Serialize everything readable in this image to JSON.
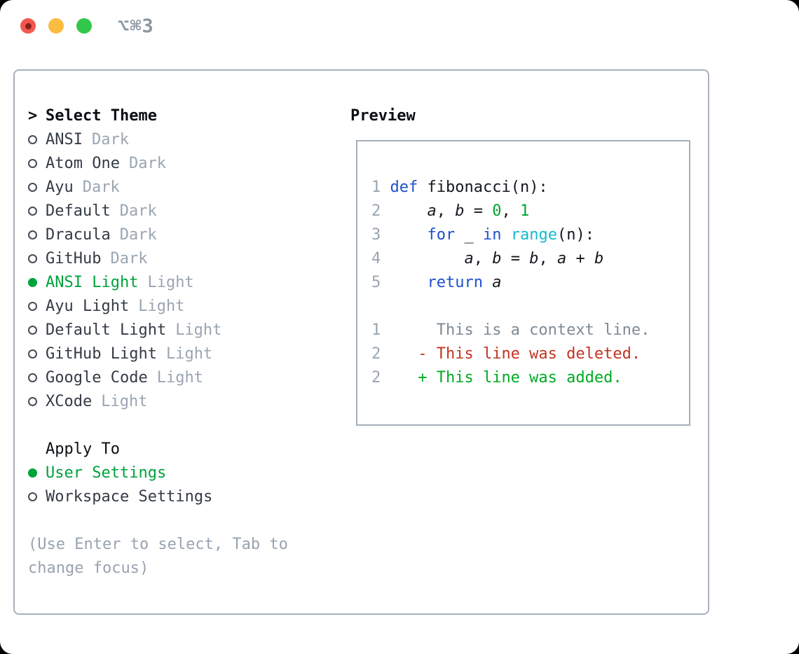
{
  "window": {
    "title": "⌥⌘3"
  },
  "titlebar": {
    "buttons": [
      {
        "name": "close",
        "color": "#f4574b",
        "dot_color": "#86201a"
      },
      {
        "name": "minimize",
        "color": "#fbbd3f"
      },
      {
        "name": "maximize",
        "color": "#33c74c"
      }
    ]
  },
  "theme_panel": {
    "header_prefix": ">",
    "header": "Select Theme",
    "themes": [
      {
        "name": "ANSI",
        "variant": "Dark",
        "selected": false
      },
      {
        "name": "Atom One",
        "variant": "Dark",
        "selected": false
      },
      {
        "name": "Ayu",
        "variant": "Dark",
        "selected": false
      },
      {
        "name": "Default",
        "variant": "Dark",
        "selected": false
      },
      {
        "name": "Dracula",
        "variant": "Dark",
        "selected": false
      },
      {
        "name": "GitHub",
        "variant": "Dark",
        "selected": false
      },
      {
        "name": "ANSI Light",
        "variant": "Light",
        "selected": true
      },
      {
        "name": "Ayu Light",
        "variant": "Light",
        "selected": false
      },
      {
        "name": "Default Light",
        "variant": "Light",
        "selected": false
      },
      {
        "name": "GitHub Light",
        "variant": "Light",
        "selected": false
      },
      {
        "name": "Google Code",
        "variant": "Light",
        "selected": false
      },
      {
        "name": "XCode",
        "variant": "Light",
        "selected": false
      }
    ],
    "apply_to_header": "Apply To",
    "apply_options": [
      {
        "label": "User Settings",
        "selected": true
      },
      {
        "label": "Workspace Settings",
        "selected": false
      }
    ],
    "help_lines": [
      "(Use Enter to select, Tab to",
      "change focus)"
    ]
  },
  "preview": {
    "header": "Preview",
    "lines": [
      {
        "tokens": [
          {
            "t": "1",
            "c": "gutter"
          },
          {
            "t": " ",
            "c": "plain"
          },
          {
            "t": "def",
            "c": "kw"
          },
          {
            "t": " fibonacci(n):",
            "c": "plain"
          }
        ]
      },
      {
        "tokens": [
          {
            "t": "2",
            "c": "gutter"
          },
          {
            "t": "     ",
            "c": "plain"
          },
          {
            "t": "a",
            "c": "var"
          },
          {
            "t": ", ",
            "c": "plain"
          },
          {
            "t": "b",
            "c": "var"
          },
          {
            "t": " = ",
            "c": "plain"
          },
          {
            "t": "0",
            "c": "num"
          },
          {
            "t": ", ",
            "c": "plain"
          },
          {
            "t": "1",
            "c": "num"
          }
        ]
      },
      {
        "tokens": [
          {
            "t": "3",
            "c": "gutter"
          },
          {
            "t": "     ",
            "c": "plain"
          },
          {
            "t": "for",
            "c": "kw"
          },
          {
            "t": " _ ",
            "c": "plain"
          },
          {
            "t": "in",
            "c": "kw"
          },
          {
            "t": " ",
            "c": "plain"
          },
          {
            "t": "range",
            "c": "builtin"
          },
          {
            "t": "(n):",
            "c": "plain"
          }
        ]
      },
      {
        "tokens": [
          {
            "t": "4",
            "c": "gutter"
          },
          {
            "t": "         ",
            "c": "plain"
          },
          {
            "t": "a",
            "c": "var"
          },
          {
            "t": ", ",
            "c": "plain"
          },
          {
            "t": "b",
            "c": "var"
          },
          {
            "t": " = ",
            "c": "plain"
          },
          {
            "t": "b",
            "c": "var"
          },
          {
            "t": ", ",
            "c": "plain"
          },
          {
            "t": "a",
            "c": "var"
          },
          {
            "t": " + ",
            "c": "plain"
          },
          {
            "t": "b",
            "c": "var"
          }
        ]
      },
      {
        "tokens": [
          {
            "t": "5",
            "c": "gutter"
          },
          {
            "t": "     ",
            "c": "plain"
          },
          {
            "t": "return",
            "c": "kw"
          },
          {
            "t": " ",
            "c": "plain"
          },
          {
            "t": "a",
            "c": "var"
          }
        ]
      },
      {
        "tokens": []
      },
      {
        "tokens": [
          {
            "t": "1",
            "c": "gutter"
          },
          {
            "t": "      This is a context line.",
            "c": "ctx"
          }
        ]
      },
      {
        "tokens": [
          {
            "t": "2",
            "c": "gutter"
          },
          {
            "t": "    ",
            "c": "plain"
          },
          {
            "t": "- This line was deleted.",
            "c": "del"
          }
        ]
      },
      {
        "tokens": [
          {
            "t": "2",
            "c": "gutter"
          },
          {
            "t": "    ",
            "c": "plain"
          },
          {
            "t": "+ This line was added.",
            "c": "add"
          }
        ]
      }
    ]
  },
  "colors": {
    "selected_green": "#00a23c",
    "added_green": "#00ab24",
    "deleted_red": "#c23422",
    "keyword_blue": "#1e50cf",
    "builtin_cyan": "#16bace",
    "number_green": "#00a42e",
    "muted_gray": "#9aa5b2",
    "border_gray": "#a9b1bb"
  }
}
